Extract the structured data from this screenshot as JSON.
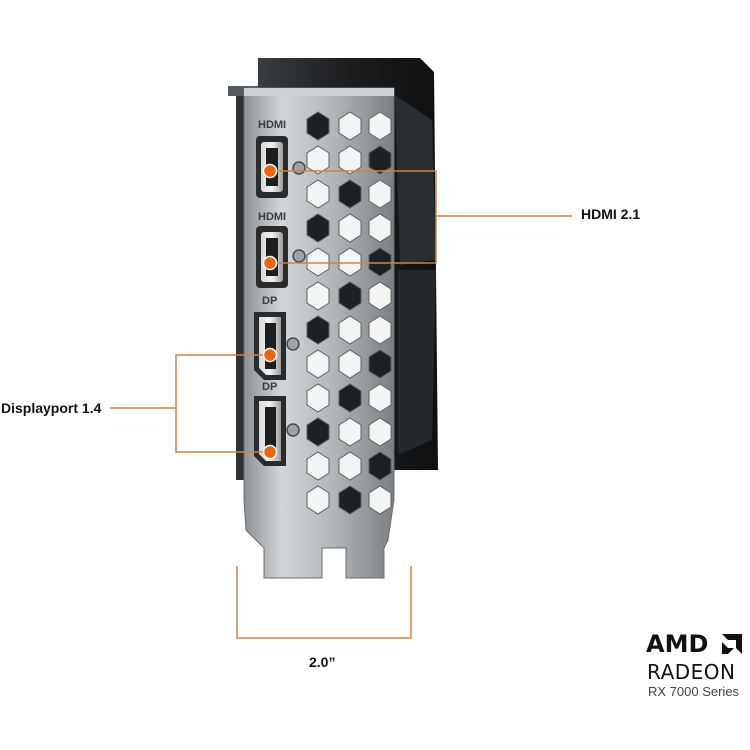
{
  "callouts": {
    "hdmi": "HDMI 2.1",
    "displayport": "Displayport 1.4",
    "width": "2.0”"
  },
  "brand": {
    "company": "AMD",
    "product_line": "RADEON",
    "series": "RX 7000 Series"
  },
  "port_labels": {
    "hdmi": "HDMI",
    "dp": "DP"
  },
  "colors": {
    "accent": "#e8660f",
    "callout_line": "#c9834a",
    "bracket_metal": "#b9bcbf",
    "shroud": "#1a1c1e"
  }
}
